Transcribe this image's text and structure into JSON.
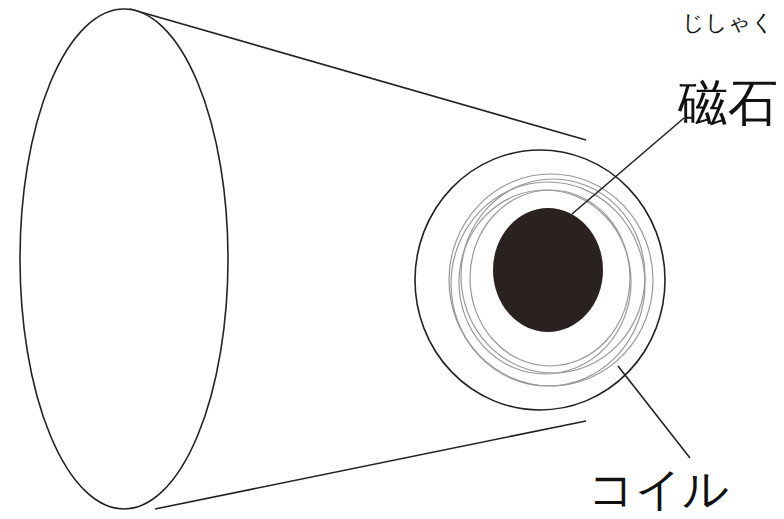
{
  "diagram": {
    "labels": [
      "じしゃく",
      "磁石",
      "コイル"
    ]
  }
}
